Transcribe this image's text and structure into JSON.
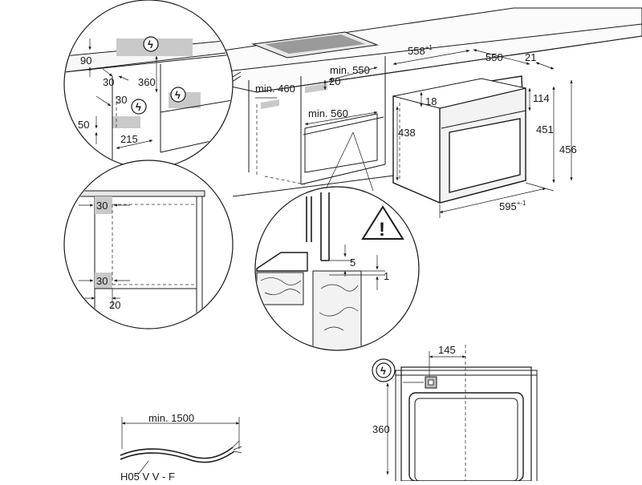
{
  "diagram": {
    "warning_symbol": "!",
    "electrical_symbol": "ϟ",
    "icons": [
      "electric-hazard-icon",
      "warning-triangle-icon"
    ],
    "detail_top_left": {
      "labels": [
        "90",
        "30",
        "360",
        "30",
        "50",
        "215"
      ]
    },
    "cabinet_perspective": {
      "labels": [
        "min. 550",
        "min. 460",
        "20",
        "min. 560"
      ]
    },
    "oven_perspective": {
      "width_top": "558",
      "width_top_sup": "+1",
      "depth": "550",
      "offset": "21",
      "top_gap": "18",
      "inner_height": "438",
      "panel": "114",
      "height_a": "451",
      "height_b": "456",
      "width_bottom": "595",
      "width_bottom_sup": "+-1"
    },
    "detail_side_gaps": {
      "labels": [
        "30",
        "30",
        "20"
      ]
    },
    "detail_gap_circle": {
      "labels": [
        "5",
        "1"
      ]
    },
    "front_view": {
      "labels": [
        "145",
        "360"
      ]
    },
    "cable": {
      "length": "min. 1500",
      "type": "H05 V V - F"
    }
  }
}
